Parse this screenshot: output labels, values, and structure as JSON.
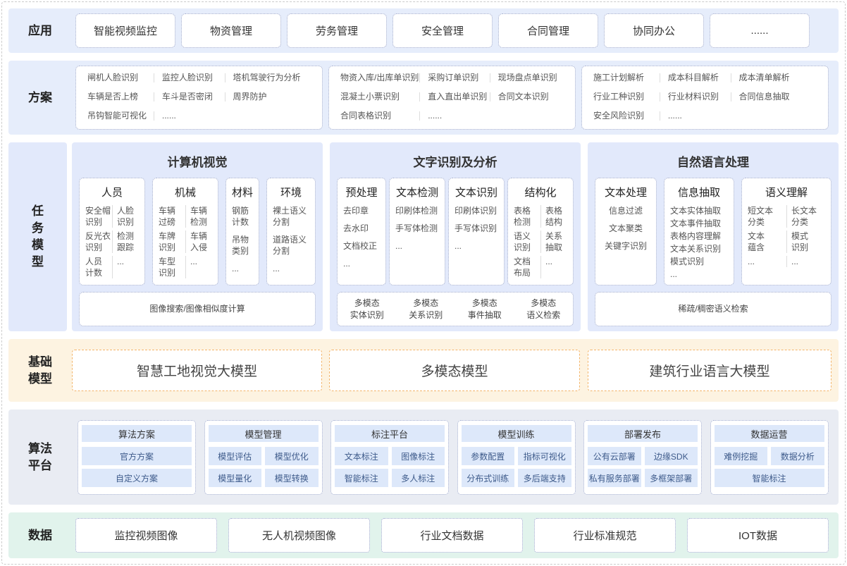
{
  "colors": {
    "app_bg": "#e6edfb",
    "task_bg": "#e2e9fb",
    "base_bg": "#fdf3e1",
    "algo_bg": "#e9ecf3",
    "data_bg": "#e1f3ec"
  },
  "apps": {
    "label": "应用",
    "items": [
      "智能视频监控",
      "物资管理",
      "劳务管理",
      "安全管理",
      "合同管理",
      "协同办公",
      "......"
    ]
  },
  "solutions": {
    "label": "方案",
    "groups": [
      [
        "闸机人脸识别",
        "监控人脸识别",
        "塔机驾驶行为分析",
        "车辆是否上榜",
        "车斗是否密闭",
        "周界防护",
        "吊钩智能可视化",
        "......"
      ],
      [
        "物资入库/出库单识别",
        "采购订单识别",
        "现场盘点单识别",
        "混凝土小票识别",
        "直入直出单识别",
        "合同文本识别",
        "合同表格识别",
        "......"
      ],
      [
        "施工计划解析",
        "成本科目解析",
        "成本清单解析",
        "行业工种识别",
        "行业材料识别",
        "合同信息抽取",
        "安全风险识别",
        "......"
      ]
    ]
  },
  "tasks": {
    "label": "任\n务\n模\n型",
    "panels": [
      {
        "title": "计算机视觉",
        "cards": [
          {
            "title": "人员",
            "type": "pair",
            "items": [
              "安全帽\n识别",
              "人脸\n识别",
              "反光衣\n识别",
              "检测\n跟踪",
              "人员\n计数",
              "..."
            ]
          },
          {
            "title": "机械",
            "type": "pair",
            "items": [
              "车辆\n过磅",
              "车辆\n检测",
              "车牌\n识别",
              "车辆\n入侵",
              "车型\n识别",
              "..."
            ]
          },
          {
            "title": "材料",
            "type": "list",
            "items": [
              "钢筋\n计数",
              "吊物\n类别",
              "..."
            ]
          },
          {
            "title": "环境",
            "type": "list",
            "items": [
              "裸土语义\n分割",
              "道路语义\n分割",
              "..."
            ]
          }
        ],
        "bottom": [
          "图像搜索/图像相似度计算"
        ]
      },
      {
        "title": "文字识别及分析",
        "cards": [
          {
            "title": "预处理",
            "type": "list",
            "items": [
              "去印章",
              "去水印",
              "文档校正",
              "..."
            ]
          },
          {
            "title": "文本检测",
            "type": "list",
            "items": [
              "印刷体检测",
              "手写体检测",
              "..."
            ]
          },
          {
            "title": "文本识别",
            "type": "list",
            "items": [
              "印刷体识别",
              "手写体识别",
              "..."
            ]
          },
          {
            "title": "结构化",
            "type": "pair",
            "items": [
              "表格\n检测",
              "表格\n结构",
              "语义\n识别",
              "关系\n抽取",
              "文档\n布局",
              "..."
            ]
          }
        ],
        "bottom": [
          "多模态\n实体识别",
          "多模态\n关系识别",
          "多模态\n事件抽取",
          "多模态\n语义检索"
        ]
      },
      {
        "title": "自然语言处理",
        "cards": [
          {
            "title": "文本处理",
            "type": "center",
            "items": [
              "信息过滤",
              "文本聚类",
              "关键字识别"
            ]
          },
          {
            "title": "信息抽取",
            "type": "compact",
            "items": [
              "文本实体抽取",
              "文本事件抽取",
              "表格内容理解",
              "文本关系识别",
              "模式识别",
              "..."
            ]
          },
          {
            "title": "语义理解",
            "type": "pair",
            "items": [
              "短文本\n分类",
              "长文本\n分类",
              "文本\n蕴含",
              "模式\n识别",
              "...",
              "..."
            ]
          }
        ],
        "bottom": [
          "稀疏/稠密语义检索"
        ]
      }
    ]
  },
  "base": {
    "label": "基础\n模型",
    "items": [
      "智慧工地视觉大模型",
      "多模态模型",
      "建筑行业语言大模型"
    ]
  },
  "algo": {
    "label": "算法\n平台",
    "groups": [
      {
        "title": "算法方案",
        "full": true,
        "items": [
          "官方方案",
          "自定义方案"
        ]
      },
      {
        "title": "模型管理",
        "items": [
          "模型评估",
          "模型优化",
          "模型量化",
          "模型转换"
        ]
      },
      {
        "title": "标注平台",
        "items": [
          "文本标注",
          "图像标注",
          "智能标注",
          "多人标注"
        ]
      },
      {
        "title": "模型训练",
        "items": [
          "参数配置",
          "指标可视化",
          "分布式训练",
          "多后端支持"
        ]
      },
      {
        "title": "部署发布",
        "items": [
          "公有云部署",
          "边缘SDK",
          "私有服务部署",
          "多框架部署"
        ]
      },
      {
        "title": "数据运营",
        "items": [
          "难例挖掘",
          "数据分析",
          "智能标注"
        ],
        "last_full": true
      }
    ]
  },
  "data": {
    "label": "数据",
    "items": [
      "监控视频图像",
      "无人机视频图像",
      "行业文档数据",
      "行业标准规范",
      "IOT数据"
    ]
  }
}
